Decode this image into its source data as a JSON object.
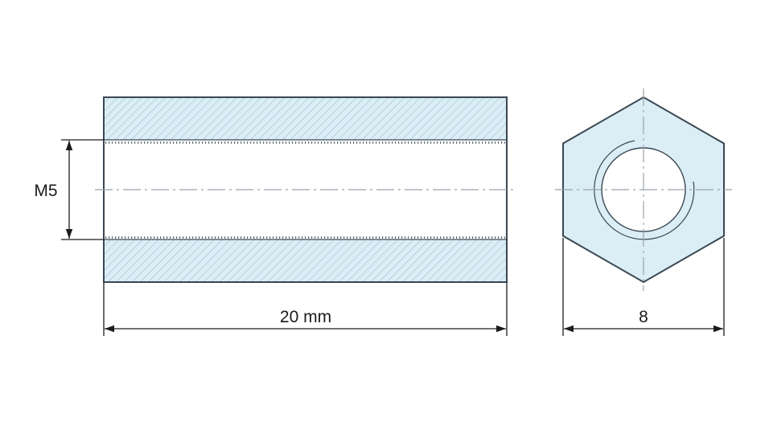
{
  "dimensions": {
    "thread": "M5",
    "length": "20 mm",
    "across_flats": "8"
  },
  "colors": {
    "section_fill": "#dbeef6",
    "hatch": "#8fb8cc",
    "outline": "#3a4752",
    "centerline": "#9aa3aa",
    "dimension": "#1c1c1c"
  }
}
